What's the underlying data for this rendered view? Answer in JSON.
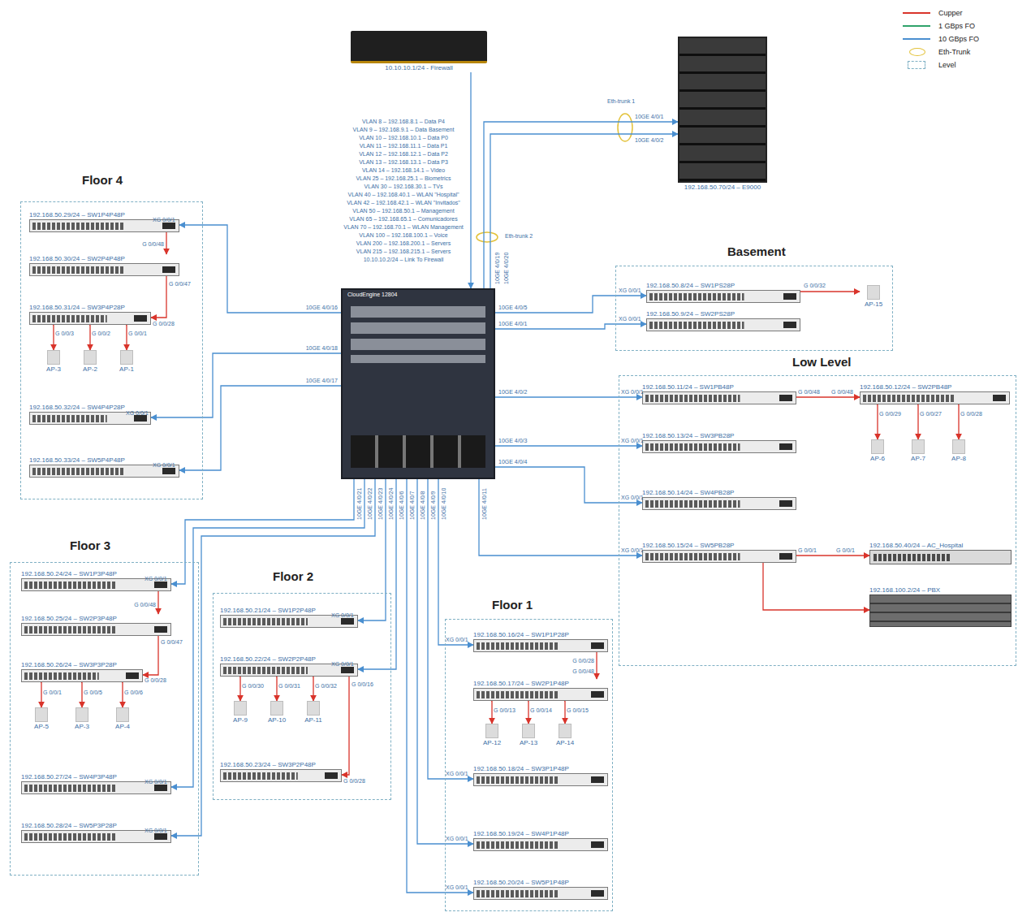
{
  "diagram": {
    "nodes": [
      {
        "text": [
          "10.10.10.1/24 - Firewall"
        ]
      },
      {
        "text": [
          "192.168.50.70/24 – E9000"
        ]
      },
      {
        "text": [
          "CloudEngine 12804"
        ]
      },
      {
        "text": [
          "Floor 4"
        ]
      },
      {
        "text": [
          "192.168.50.29/24 – SW1P4P48P"
        ],
        "in": 3
      },
      {
        "text": [
          "192.168.50.30/24 – SW2P4P48P"
        ],
        "in": 3
      },
      {
        "text": [
          "192.168.50.31/24 – SW3P4P28P"
        ],
        "in": 3
      },
      {
        "text": [
          "AP-3"
        ],
        "in": 3
      },
      {
        "text": [
          "AP-2"
        ],
        "in": 3
      },
      {
        "text": [
          "AP-1"
        ],
        "in": 3
      },
      {
        "text": [
          "192.168.50.32/24 – SW4P4P28P"
        ],
        "in": 3
      },
      {
        "text": [
          "192.168.50.33/24 – SW5P4P48P"
        ],
        "in": 3
      },
      {
        "text": [
          "Basement"
        ]
      },
      {
        "text": [
          "192.168.50.8/24 – SW1PS28P"
        ],
        "in": 12
      },
      {
        "text": [
          "AP-15"
        ],
        "in": 12
      },
      {
        "text": [
          "192.168.50.9/24 – SW2PS28P"
        ],
        "in": 12
      },
      {
        "text": [
          "Low Level"
        ]
      },
      {
        "text": [
          "192.168.50.11/24 – SW1PB48P"
        ],
        "in": 16
      },
      {
        "text": [
          "192.168.50.12/24 – SW2PB48P"
        ],
        "in": 16
      },
      {
        "text": [
          "AP-6"
        ],
        "in": 16
      },
      {
        "text": [
          "AP-7"
        ],
        "in": 16
      },
      {
        "text": [
          "AP-8"
        ],
        "in": 16
      },
      {
        "text": [
          "192.168.50.13/24 – SW3PB28P"
        ],
        "in": 16
      },
      {
        "text": [
          "192.168.50.14/24 – SW4PB28P"
        ],
        "in": 16
      },
      {
        "text": [
          "192.168.50.15/24 – SW5PB28P"
        ],
        "in": 16
      },
      {
        "text": [
          "192.168.50.40/24 – AC_Hospital"
        ],
        "in": 16
      },
      {
        "text": [
          "192.168.100.2/24 – PBX"
        ],
        "in": 16
      },
      {
        "text": [
          "Floor 3"
        ]
      },
      {
        "text": [
          "192.168.50.24/24 – SW1P3P48P"
        ],
        "in": 27
      },
      {
        "text": [
          "192.168.50.25/24 – SW2P3P48P"
        ],
        "in": 27
      },
      {
        "text": [
          "192.168.50.26/24 – SW3P3P28P"
        ],
        "in": 27
      },
      {
        "text": [
          "AP-5"
        ],
        "in": 27
      },
      {
        "text": [
          "AP-3"
        ],
        "in": 27
      },
      {
        "text": [
          "AP-4"
        ],
        "in": 27
      },
      {
        "text": [
          "192.168.50.27/24 – SW4P3P48P"
        ],
        "in": 27
      },
      {
        "text": [
          "192.168.50.28/24 – SW5P3P28P"
        ],
        "in": 27
      },
      {
        "text": [
          "Floor 2"
        ]
      },
      {
        "text": [
          "192.168.50.21/24 – SW1P2P48P"
        ],
        "in": 36
      },
      {
        "text": [
          "192.168.50.22/24 – SW2P2P48P"
        ],
        "in": 36
      },
      {
        "text": [
          "AP-9"
        ],
        "in": 36
      },
      {
        "text": [
          "AP-10"
        ],
        "in": 36
      },
      {
        "text": [
          "AP-11"
        ],
        "in": 36
      },
      {
        "text": [
          "192.168.50.23/24 – SW3P2P48P"
        ],
        "in": 36
      },
      {
        "text": [
          "Floor 1"
        ]
      },
      {
        "text": [
          "192.168.50.16/24 – SW1P1P28P"
        ],
        "in": 43
      },
      {
        "text": [
          "192.168.50.17/24 – SW2P1P48P"
        ],
        "in": 43
      },
      {
        "text": [
          "AP-12"
        ],
        "in": 43
      },
      {
        "text": [
          "AP-13"
        ],
        "in": 43
      },
      {
        "text": [
          "AP-14"
        ],
        "in": 43
      },
      {
        "text": [
          "192.168.50.18/24 – SW3P1P48P"
        ],
        "in": 43
      },
      {
        "text": [
          "192.168.50.19/24 – SW4P1P48P"
        ],
        "in": 43
      },
      {
        "text": [
          "192.168.50.20/24 – SW5P1P48P"
        ],
        "in": 43
      }
    ],
    "edges": [
      {
        "from": 0,
        "to": 2,
        "arrow": "to"
      },
      {
        "from": 2,
        "to": 1,
        "arrow": "to"
      },
      {
        "from": 2,
        "to": 1,
        "arrow": "to"
      },
      {
        "from": 2,
        "to": 4,
        "arrow": "to"
      },
      {
        "from": 2,
        "to": 10,
        "arrow": "to"
      },
      {
        "from": 2,
        "to": 11,
        "arrow": "to"
      },
      {
        "from": 2,
        "to": 13,
        "arrow": "to"
      },
      {
        "from": 2,
        "to": 15,
        "arrow": "to"
      },
      {
        "from": 2,
        "to": 17,
        "arrow": "to"
      },
      {
        "from": 2,
        "to": 22,
        "arrow": "to"
      },
      {
        "from": 2,
        "to": 23,
        "arrow": "to"
      },
      {
        "from": 2,
        "to": 24,
        "arrow": "to"
      },
      {
        "from": 2,
        "to": 28,
        "arrow": "to"
      },
      {
        "from": 2,
        "to": 34,
        "arrow": "to"
      },
      {
        "from": 2,
        "to": 35,
        "arrow": "to"
      },
      {
        "from": 2,
        "to": 37,
        "arrow": "to"
      },
      {
        "from": 2,
        "to": 38,
        "arrow": "to"
      },
      {
        "from": 2,
        "to": 51,
        "arrow": "to"
      },
      {
        "from": 2,
        "to": 50,
        "arrow": "to"
      },
      {
        "from": 2,
        "to": 49,
        "arrow": "to"
      },
      {
        "from": 2,
        "to": 44,
        "arrow": "to"
      },
      {
        "from": 4,
        "to": 5,
        "arrow": "to"
      },
      {
        "from": 5,
        "to": 6,
        "arrow": "to"
      },
      {
        "from": 6,
        "to": 7,
        "arrow": "to"
      },
      {
        "from": 6,
        "to": 8,
        "arrow": "to"
      },
      {
        "from": 6,
        "to": 9,
        "arrow": "to"
      },
      {
        "from": 13,
        "to": 14,
        "arrow": "to"
      },
      {
        "from": 17,
        "to": 18,
        "arrow": "to"
      },
      {
        "from": 18,
        "to": 19,
        "arrow": "to"
      },
      {
        "from": 18,
        "to": 20,
        "arrow": "to"
      },
      {
        "from": 18,
        "to": 21,
        "arrow": "to"
      },
      {
        "from": 24,
        "to": 25,
        "arrow": "to"
      },
      {
        "from": 24,
        "to": 26,
        "arrow": "to"
      },
      {
        "from": 28,
        "to": 29,
        "arrow": "to"
      },
      {
        "from": 29,
        "to": 30,
        "arrow": "to"
      },
      {
        "from": 30,
        "to": 31,
        "arrow": "to"
      },
      {
        "from": 30,
        "to": 32,
        "arrow": "to"
      },
      {
        "from": 30,
        "to": 33,
        "arrow": "to"
      },
      {
        "from": 38,
        "to": 39,
        "arrow": "to"
      },
      {
        "from": 38,
        "to": 40,
        "arrow": "to"
      },
      {
        "from": 38,
        "to": 41,
        "arrow": "to"
      },
      {
        "from": 38,
        "to": 42,
        "arrow": "to"
      },
      {
        "from": 44,
        "to": 45,
        "arrow": "to"
      },
      {
        "from": 45,
        "to": 46,
        "arrow": "to"
      },
      {
        "from": 45,
        "to": 47,
        "arrow": "to"
      },
      {
        "from": 45,
        "to": 48,
        "arrow": "to"
      }
    ],
    "labels": [
      "VLAN 8 – 192.168.8.1 – Data P4",
      "VLAN 9 – 192.168.9.1 – Data Basement",
      "VLAN 10 – 192.168.10.1 – Data P0",
      "VLAN 11 – 192.168.11.1 – Data P1",
      "VLAN 12 – 192.168.12.1 – Data P2",
      "VLAN 13 – 192.168.13.1 – Data P3",
      "VLAN 14 – 192.168.14.1 – Video",
      "VLAN 25 – 192.168.25.1 – Biometrics",
      "VLAN 30 – 192.168.30.1 – TVs",
      "VLAN 40 – 192.168.40.1 – WLAN \"Hospital\"",
      "VLAN 42 – 192.168.42.1 – WLAN \"Invitados\"",
      "VLAN 50 – 192.168.50.1 – Management",
      "VLAN 65 – 192.168.65.1 – Comunicadores",
      "VLAN 70 – 192.168.70.1 – WLAN Management",
      "VLAN 100 – 192.168.100.1 – Voice",
      "VLAN 200 – 192.168.200.1 – Servers",
      "VLAN 215 – 192.168.215.1 – Servers",
      "10.10.10.2/24 – Link To Firewall",
      "10GE 4/0/1",
      "10GE 4/0/2",
      "Eth-trunk 1",
      "Eth-trunk 2",
      "10GE 4/0/19",
      "10GE 4/0/20",
      "10GE 4/0/16",
      "10GE 4/0/18",
      "10GE 4/0/17",
      "10GE 4/0/5",
      "10GE 4/0/1",
      "10GE 4/0/2",
      "10GE 4/0/3",
      "10GE 4/0/4",
      "10GE 4/0/21",
      "10GE 4/0/22",
      "10GE 4/0/23",
      "10GE 4/0/24",
      "10GE 4/0/6",
      "10GE 4/0/7",
      "10GE 4/0/8",
      "10GE 4/0/9",
      "10GE 4/0/10",
      "10GE 4/0/11",
      "XG 0/0/1",
      "G 0/0/48",
      "G 0/0/47",
      "G 0/0/28",
      "G 0/0/3",
      "G 0/0/2",
      "G 0/0/1",
      "XG 0/0/1",
      "XG 0/0/1",
      "XG 0/0/1",
      "G 0/0/48",
      "G 0/0/47",
      "G 0/0/28",
      "G 0/0/1",
      "G 0/0/5",
      "G 0/0/6",
      "XG 0/0/1",
      "XG 0/0/1",
      "XG 0/0/1",
      "XG 0/0/1",
      "G 0/0/16",
      "G 0/0/30",
      "G 0/0/31",
      "G 0/0/32",
      "G 0/0/28",
      "XG 0/0/1",
      "G 0/0/28",
      "G 0/0/48",
      "G 0/0/13",
      "G 0/0/14",
      "G 0/0/15",
      "XG 0/0/1",
      "XG 0/0/1",
      "XG 0/0/1",
      "XG 0/0/1",
      "G 0/0/32",
      "XG 0/0/1",
      "XG 0/0/1",
      "G 0/0/48",
      "G 0/0/48",
      "G 0/0/29",
      "G 0/0/27",
      "G 0/0/28",
      "XG 0/0/1",
      "XG 0/0/1",
      "XG 0/0/1",
      "G 0/0/1",
      "G 0/0/1"
    ],
    "legend": [
      {
        "text": "Cupper"
      },
      {
        "text": "1 GBps FO"
      },
      {
        "text": "10 GBps FO"
      },
      {
        "text": "Eth-Trunk"
      },
      {
        "text": "Level"
      }
    ]
  }
}
